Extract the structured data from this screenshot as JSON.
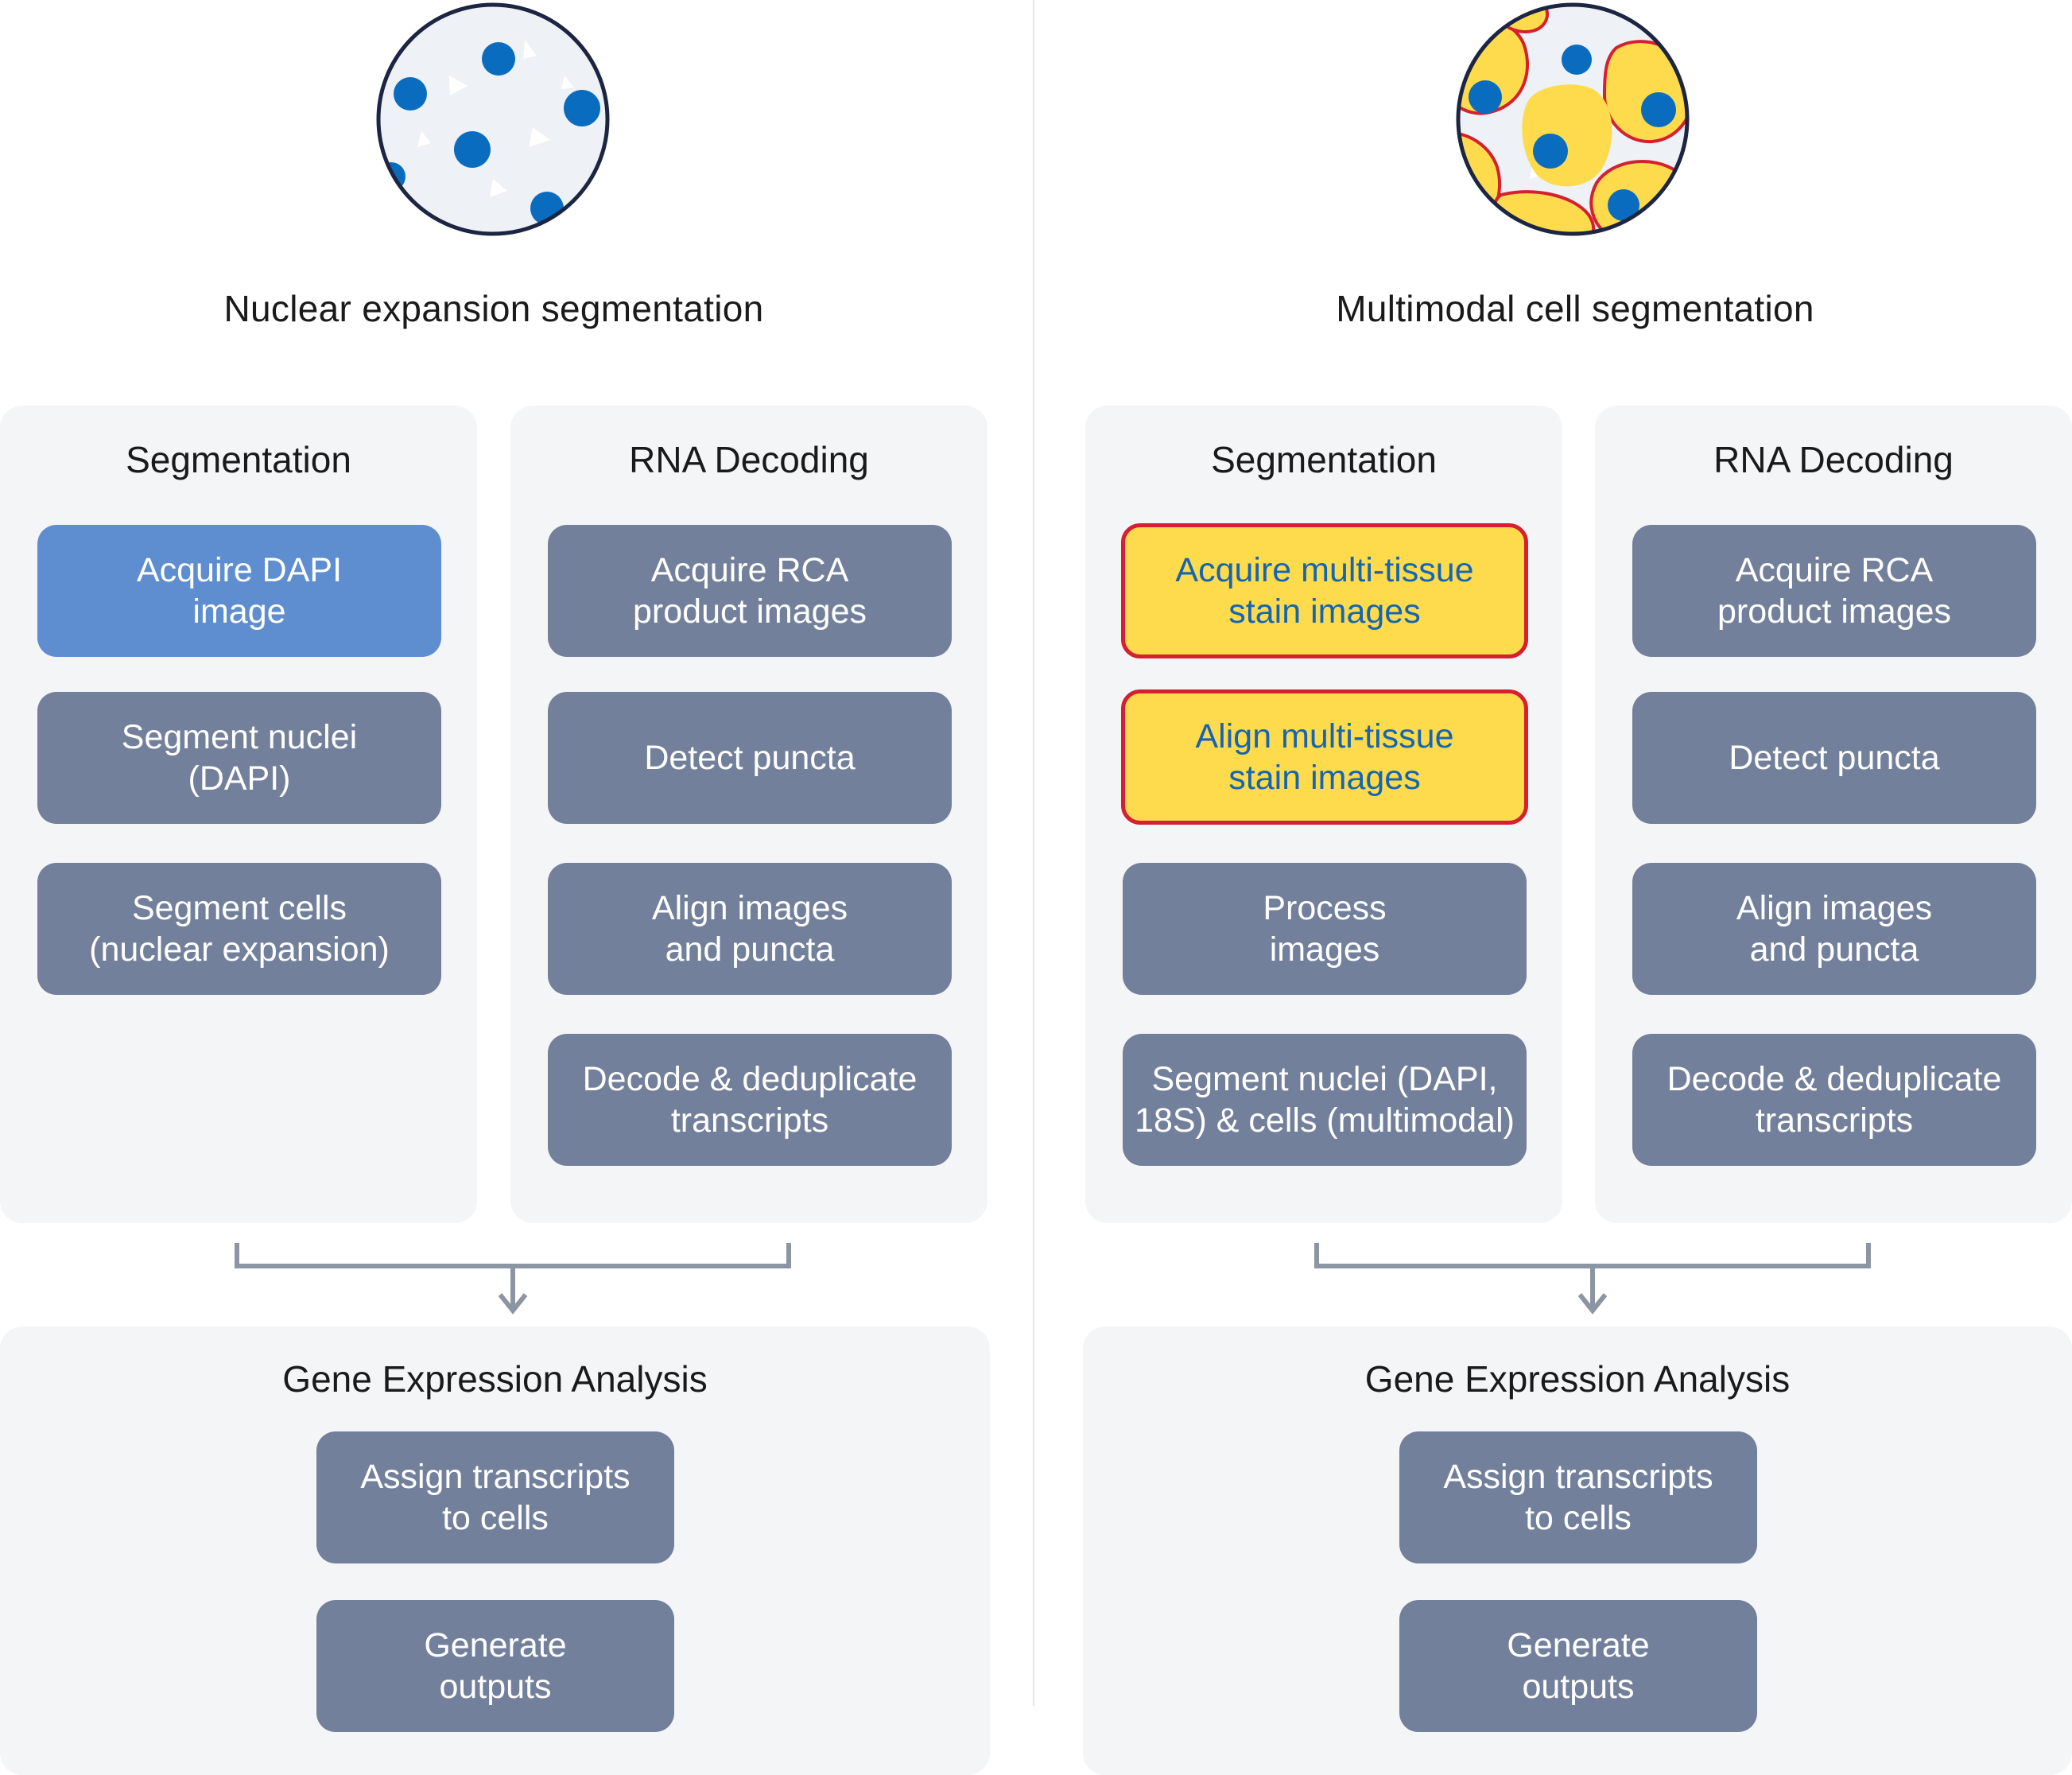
{
  "left": {
    "title": "Nuclear expansion segmentation",
    "segmentation": {
      "title": "Segmentation",
      "steps": [
        "Acquire DAPI\nimage",
        "Segment nuclei\n(DAPI)",
        "Segment cells\n(nuclear expansion)"
      ]
    },
    "rna": {
      "title": "RNA Decoding",
      "steps": [
        "Acquire RCA\nproduct images",
        "Detect puncta",
        "Align images\nand puncta",
        "Decode & deduplicate\ntranscripts"
      ]
    },
    "gea": {
      "title": "Gene Expression Analysis",
      "steps": [
        "Assign transcripts\nto cells",
        "Generate\noutputs"
      ]
    }
  },
  "right": {
    "title": "Multimodal cell segmentation",
    "segmentation": {
      "title": "Segmentation",
      "steps": [
        "Acquire multi-tissue\nstain images",
        "Align multi-tissue\nstain images",
        "Process\nimages",
        "Segment nuclei (DAPI,\n18S) & cells (multimodal)"
      ]
    },
    "rna": {
      "title": "RNA Decoding",
      "steps": [
        "Acquire RCA\nproduct images",
        "Detect puncta",
        "Align images\nand puncta",
        "Decode & deduplicate\ntranscripts"
      ]
    },
    "gea": {
      "title": "Gene Expression Analysis",
      "steps": [
        "Assign transcripts\nto cells",
        "Generate\noutputs"
      ]
    }
  },
  "colors": {
    "step_default": "#73809b",
    "step_dapi": "#5e8ecf",
    "step_highlight_fill": "#fddb4d",
    "step_highlight_border": "#d42030",
    "step_highlight_text": "#1565b3",
    "nucleus": "#0a6cbf",
    "cell_fill": "#fddb4d",
    "cell_border": "#d42030",
    "circle_outline": "#1c2541",
    "panel_bg": "#f4f5f7",
    "connector": "#8c95a3"
  }
}
